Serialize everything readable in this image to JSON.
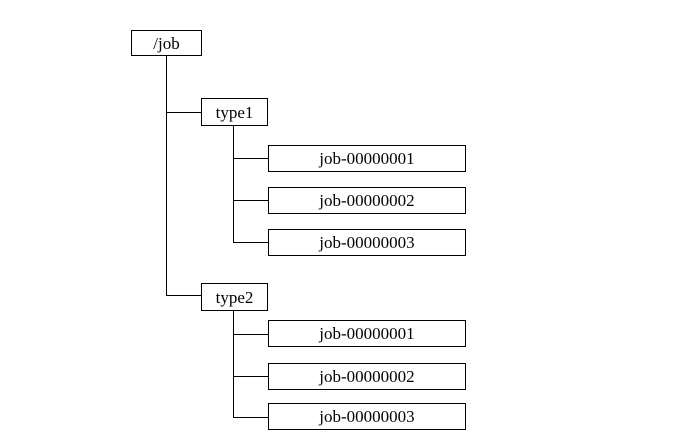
{
  "tree": {
    "root": {
      "label": "/job"
    },
    "branches": [
      {
        "label": "type1",
        "children": [
          {
            "label": "job-00000001"
          },
          {
            "label": "job-00000002"
          },
          {
            "label": "job-00000003"
          }
        ]
      },
      {
        "label": "type2",
        "children": [
          {
            "label": "job-00000001"
          },
          {
            "label": "job-00000002"
          },
          {
            "label": "job-00000003"
          }
        ]
      }
    ]
  }
}
